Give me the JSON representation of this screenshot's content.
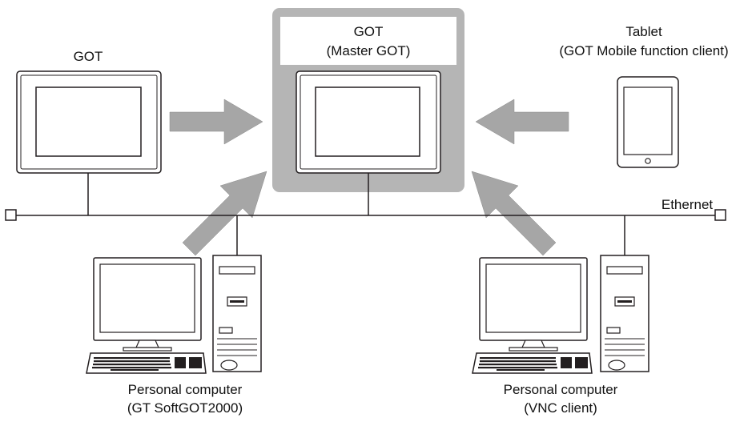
{
  "master": {
    "line1": "GOT",
    "line2": "(Master GOT)"
  },
  "got_left": {
    "label": "GOT"
  },
  "tablet": {
    "line1": "Tablet",
    "line2": "(GOT Mobile function client)"
  },
  "network": {
    "label": "Ethernet"
  },
  "pc_left": {
    "line1": "Personal computer",
    "line2": "(GT SoftGOT2000)"
  },
  "pc_right": {
    "line1": "Personal computer",
    "line2": "(VNC client)"
  },
  "colors": {
    "master_panel": "#b5b5b5",
    "arrow_fill": "#a6a6a6",
    "outline": "#231f20",
    "background": "#ffffff"
  }
}
